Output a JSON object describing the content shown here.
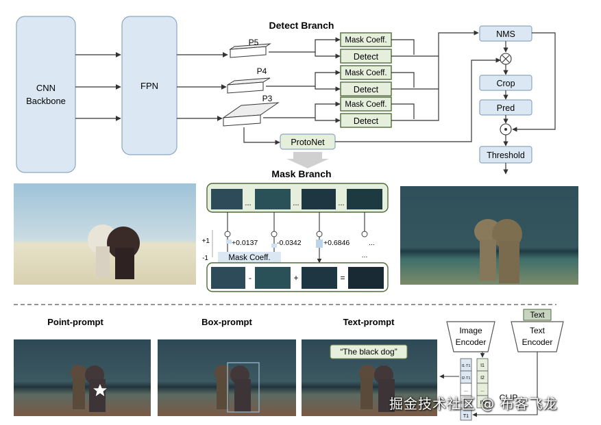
{
  "top": {
    "backbone_line1": "CNN",
    "backbone_line2": "Backbone",
    "fpn": "FPN",
    "detect_branch_title": "Detect Branch",
    "p5": "P5",
    "p4": "P4",
    "p3": "P3",
    "mask_coeff": "Mask Coeff.",
    "detect": "Detect",
    "protonet": "ProtoNet",
    "nms": "NMS",
    "crop": "Crop",
    "pred": "Pred",
    "threshold": "Threshold",
    "mask_branch_title": "Mask Branch"
  },
  "mask_branch": {
    "plus_one": "+1",
    "minus_one": "-1",
    "ellipsis": "...",
    "coeff_1": "+0.0137",
    "coeff_2": "-0.0342",
    "coeff_3": "+0.6846",
    "coeff_4": "...",
    "coeff_label": "Mask Coeff.",
    "op_minus": "-",
    "op_plus": "+",
    "op_equals": "="
  },
  "bottom": {
    "point_prompt": "Point-prompt",
    "box_prompt": "Box-prompt",
    "text_prompt": "Text-prompt",
    "black_dog": "“The black dog”",
    "text_tag": "Text",
    "image_encoder_line1": "Image",
    "image_encoder_line2": "Encoder",
    "text_encoder_line1": "Text",
    "text_encoder_line2": "Encoder",
    "clip": "CLIP",
    "col_a": [
      "I1·T1",
      "I2·T1",
      "...",
      "IN·T1"
    ],
    "col_b": [
      "I1",
      "I2",
      "...",
      "IN"
    ],
    "t1": "T1"
  },
  "watermark": "掘金技术社区 @ 布客飞龙",
  "colors": {
    "box_fill": "#dbe8f4",
    "box_stroke": "#8aa6c0",
    "green_fill": "#e6eedc",
    "green_stroke": "#4f6a3a",
    "arrow": "#333333"
  }
}
